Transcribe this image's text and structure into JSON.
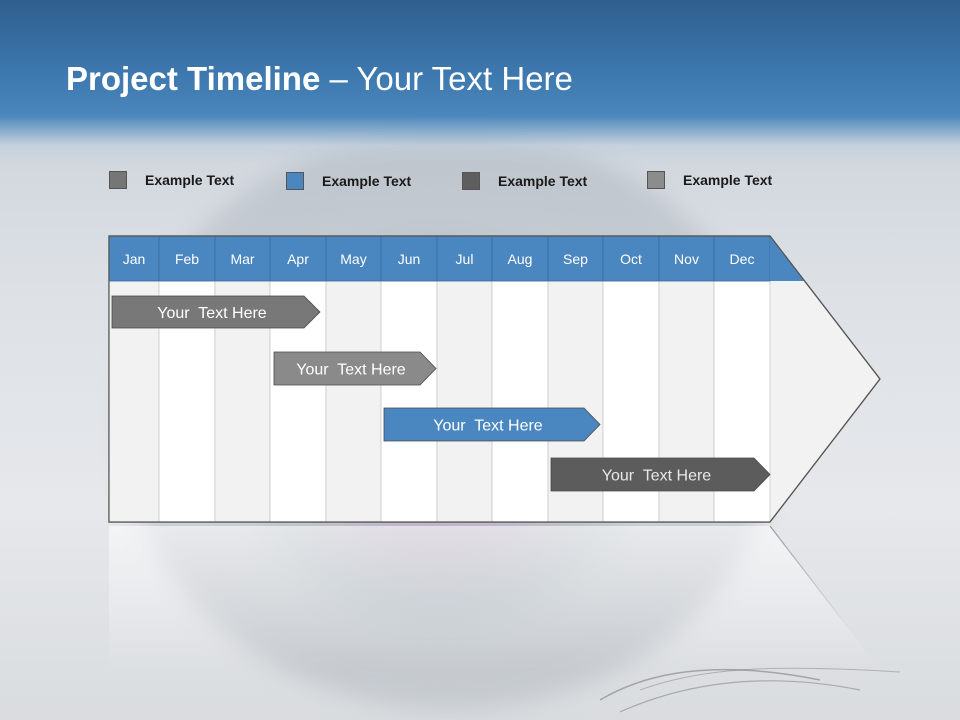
{
  "title": {
    "bold": "Project Timeline",
    "rest": " – Your Text Here"
  },
  "legend": [
    {
      "label": "Example Text",
      "color": "#767676"
    },
    {
      "label": "Example Text",
      "color": "#4a86c0"
    },
    {
      "label": "Example Text",
      "color": "#5e5e5e"
    },
    {
      "label": "Example Text",
      "color": "#8c8c8c"
    }
  ],
  "months": [
    "Jan",
    "Feb",
    "Mar",
    "Apr",
    "May",
    "Jun",
    "Jul",
    "Aug",
    "Sep",
    "Oct",
    "Nov",
    "Dec"
  ],
  "tasks": [
    {
      "label": "Your  Text Here",
      "color": "#787878",
      "text_color": "#ffffff"
    },
    {
      "label": "Your  Text Here",
      "color": "#8a8a8a",
      "text_color": "#ffffff"
    },
    {
      "label": "Your  Text Here",
      "color": "#4a86c0",
      "text_color": "#ffffff"
    },
    {
      "label": "Your  Text Here",
      "color": "#5c5c5c",
      "text_color": "#e8e8e8"
    }
  ],
  "colors": {
    "header_blue": "#3d78ae",
    "month_header": "#4a86c0",
    "column_light": "#f2f2f2",
    "column_white": "#ffffff",
    "grid_line": "#c8c8c8"
  }
}
